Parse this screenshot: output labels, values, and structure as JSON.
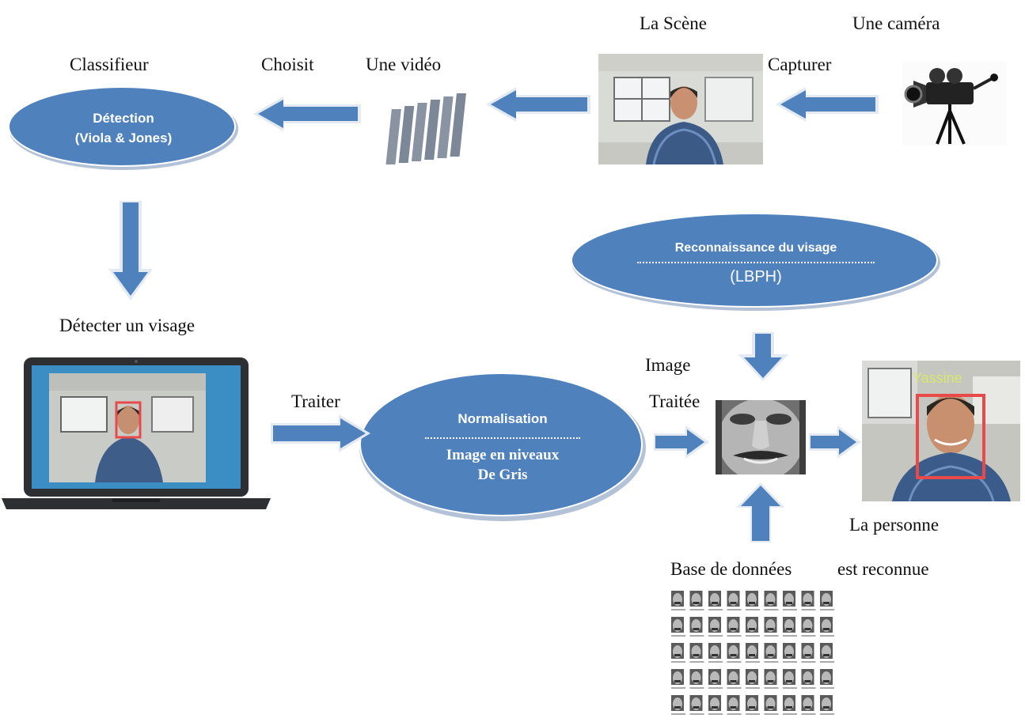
{
  "labels": {
    "scene": "La Scène",
    "camera": "Une caméra",
    "classifier": "Classifieur",
    "choose": "Choisit",
    "video": "Une vidéo",
    "capture": "Capturer",
    "detect_face": "Détecter un visage",
    "process": "Traiter",
    "image": "Image",
    "processed": "Traitée",
    "person": "La personne",
    "recognized": "est reconnue",
    "database": "Base de données"
  },
  "detection": {
    "title": "Détection",
    "subtitle": "(Viola & Jones)"
  },
  "recognition": {
    "title": "Reconnaissance  du visage",
    "subtitle": "(LBPH)"
  },
  "normalisation": {
    "title": "Normalisation",
    "line1": "Image en niveaux",
    "line2": "De Gris"
  },
  "result": {
    "name_tag": "Yassine"
  },
  "colors": {
    "ellipse": "#4f81bd",
    "arrow": "#4f81bd",
    "arrow_border": "#dfe6f0",
    "box": "#e84a4a"
  },
  "icons": {
    "camera": "video-camera-icon"
  }
}
